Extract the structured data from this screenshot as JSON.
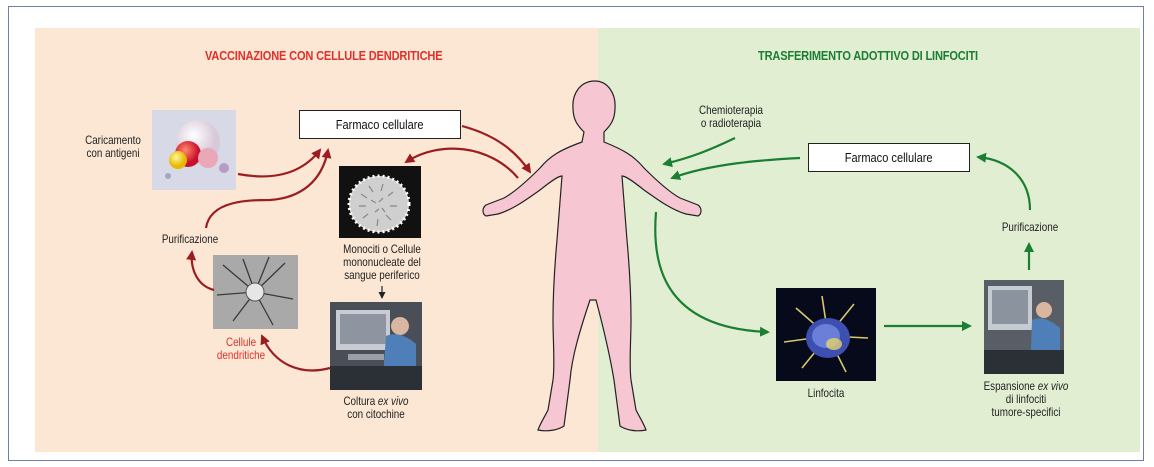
{
  "left_panel": {
    "title": "VACCINAZIONE CON CELLULE DENDRITICHE",
    "box_label": "Farmaco cellulare",
    "loading_label": [
      "Caricamento",
      "con antigeni"
    ],
    "purification_label": "Purificazione",
    "monocytes_label": [
      "Monociti o Cellule",
      "mononucleate del",
      "sangue periferico"
    ],
    "dendritic_label": [
      "Cellule",
      "dendritiche"
    ],
    "culture_label_prefix": "Coltura ",
    "culture_label_italic": "ex vivo",
    "culture_label_line2": "con citochine",
    "accent_color": "#9b1d22"
  },
  "right_panel": {
    "title": "TRASFERIMENTO ADOTTIVO DI LINFOCITI",
    "box_label": "Farmaco cellulare",
    "chemo_label": [
      "Chemioterapia",
      "o radioterapia"
    ],
    "purification_label": "Purificazione",
    "lymphocyte_label": "Linfocita",
    "expansion_label_prefix": "Espansione ",
    "expansion_label_italic": "ex vivo",
    "expansion_label_line2": "di linfociti",
    "expansion_label_line3": "tumore-specifici",
    "accent_color": "#1a7f32"
  },
  "colors": {
    "left_bg": "#fbe7d3",
    "right_bg": "#e1eed2",
    "body_fill": "#f6c6d2",
    "left_title": "#e0312d",
    "right_title": "#1a7f32"
  }
}
